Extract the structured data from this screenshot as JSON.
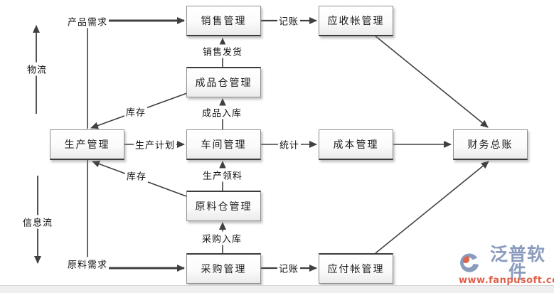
{
  "diagram": {
    "nodes": {
      "sales": "销售管理",
      "receivable": "应收帐管理",
      "finished_goods": "成品仓管理",
      "production": "生产管理",
      "workshop": "车间管理",
      "cost": "成本管理",
      "ledger": "财务总账",
      "raw_material": "原料仓管理",
      "purchase": "采购管理",
      "payable": "应付帐管理"
    },
    "edge_labels": {
      "product_demand": "产品需求",
      "bookkeeping_top": "记账",
      "sales_delivery": "销售发货",
      "inventory_upper": "库存",
      "finished_inbound": "成品入库",
      "production_plan": "生产计划",
      "statistics": "统计",
      "inventory_lower": "库存",
      "production_picking": "生产领料",
      "purchase_inbound": "采购入库",
      "bookkeeping_bottom": "记账",
      "material_demand": "原料需求"
    },
    "flow_axes": {
      "material_flow": "物流",
      "information_flow": "信息流"
    }
  },
  "watermark": {
    "brand": "泛普软件",
    "url": "www.fanpusoft.com"
  },
  "colors": {
    "connector": "#404040",
    "box_border": "#8f8f8f",
    "brand_blue": "#8a9bbd",
    "brand_orange": "#e0604a"
  }
}
